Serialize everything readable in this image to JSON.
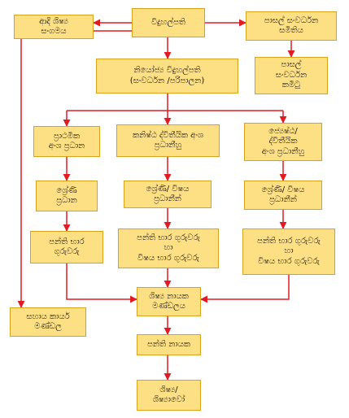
{
  "colors": {
    "box_fill": "#fddf84",
    "box_border": "#d9a21b",
    "connector": "#e11b22"
  },
  "nodes": {
    "principal": "විදුහල්පති",
    "alumni_association": "ආදි ශිෂ්‍ය\nසංගමය",
    "school_development_society": "පාසල් සංවර්ධන\nසමිතිය",
    "deputy_principal": "නියෝජ්‍ය විදුහල්පති\n(සංවර්ධන /පරිපාලන)",
    "school_development_committee": "පාසල්\nසංවර්ධන\nකමිටු",
    "primary_section_head": "ප්‍රාථමික\nඅංශ ප්‍රධාන",
    "junior_secondary_head": "කනිෂ්ඨ ද්විතීයික අංශ\nප්‍රධානීහු",
    "senior_secondary_head": "ජ්‍යෙෂ්ඨ/\nද්විතීයික\nඅංශ ප්‍රධානීහු",
    "primary_grade_head": "ශ්‍රේණි\nප්‍රධාන",
    "junior_grade_subject_heads": "ශ්‍රේණි/ විෂය\nප්‍රධානීන්",
    "senior_grade_subject_heads": "ශ්‍රේණි/ විෂය\nප්‍රධානීන්",
    "primary_class_teachers": "පන්ති භාර\nගුරුවරු",
    "junior_class_subject_teachers": "පන්ති භාර ගුරුවරු\nහා\nවිෂය භාර ගුරුවරු",
    "senior_class_subject_teachers": "පන්ති භාර ගුරුවරු\nහා\nවිෂය භාර ගුරුවරු",
    "assistant_staff": "සහාය කාර්ය\nමණ්ඩල",
    "prefect_board": "ශිෂ්‍ය නායක\nමණ්ඩලය",
    "class_leaders": "පන්ති නායක",
    "students": "ශිෂ්‍ය/\nශිෂ්‍යාවෝ"
  }
}
